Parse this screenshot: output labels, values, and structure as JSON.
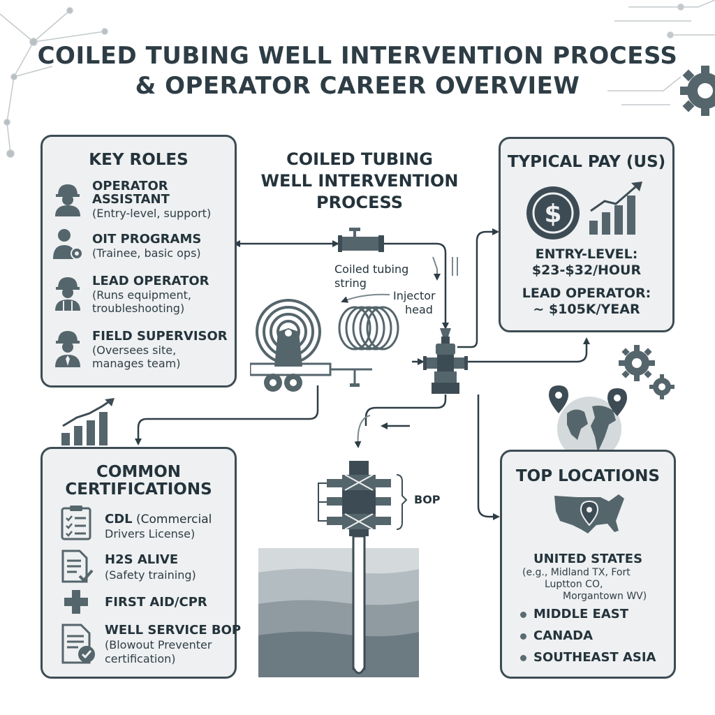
{
  "title": {
    "line1": "COILED TUBING WELL INTERVENTION PROCESS",
    "line2": "& OPERATOR CAREER OVERVIEW"
  },
  "key_roles": {
    "heading": "KEY ROLES",
    "items": [
      {
        "icon": "hardhat-worker-icon",
        "label_lines": [
          "OPERATOR",
          "ASSISTANT"
        ],
        "desc_lines": [
          "(Entry-level, support)"
        ]
      },
      {
        "icon": "person-gear-icon",
        "label_lines": [
          "OIT PROGRAMS"
        ],
        "desc_lines": [
          "(Trainee, basic ops)"
        ]
      },
      {
        "icon": "hardhat-vest-worker-icon",
        "label_lines": [
          "LEAD OPERATOR"
        ],
        "desc_lines": [
          "(Runs equipment,",
          "troubleshooting)"
        ]
      },
      {
        "icon": "hardhat-tie-supervisor-icon",
        "label_lines": [
          "FIELD SUPERVISOR"
        ],
        "desc_lines": [
          "(Oversees site,",
          "manages team)"
        ]
      }
    ]
  },
  "process": {
    "heading_lines": [
      "COILED TUBING",
      "WELL INTERVENTION",
      "PROCESS"
    ],
    "coiled_tubing_lines": [
      "Coiled tubing",
      "string"
    ],
    "injector_lines": [
      "Injector",
      "head"
    ],
    "bop": "BOP"
  },
  "pay": {
    "heading": "TYPICAL PAY (US)",
    "entry_label": "ENTRY-LEVEL:",
    "entry_value": "$23-$32/HOUR",
    "lead_label": "LEAD OPERATOR:",
    "lead_value": "~ $105K/YEAR",
    "icons": [
      "dollar-coin-icon",
      "rising-bar-chart-icon"
    ]
  },
  "certifications": {
    "heading_lines": [
      "COMMON",
      "CERTIFICATIONS"
    ],
    "items": [
      {
        "icon": "clipboard-checklist-icon",
        "label": "CDL",
        "inline_desc": " (Commercial",
        "desc_lines": [
          "Drivers License)"
        ]
      },
      {
        "icon": "checked-document-icon",
        "label": "H2S ALIVE",
        "inline_desc": "",
        "desc_lines": [
          "(Safety training)"
        ]
      },
      {
        "icon": "medical-cross-icon",
        "label": "FIRST AID/CPR",
        "inline_desc": "",
        "desc_lines": []
      },
      {
        "icon": "certificate-document-icon",
        "label": "WELL SERVICE BOP",
        "inline_desc": "",
        "desc_lines": [
          "(Blowout Preventer",
          "certification)"
        ]
      }
    ]
  },
  "locations": {
    "heading": "TOP LOCATIONS",
    "primary": "UNITED STATES",
    "primary_detail_lines": [
      "(e.g., Midland TX, Fort",
      "Luptton CO,",
      "Morgantown WV)"
    ],
    "others": [
      "MIDDLE EAST",
      "CANADA",
      "SOUTHEAST ASIA"
    ]
  },
  "colors": {
    "panel_bg": "#eef0f1",
    "border": "#3d4c54",
    "text": "#24333b",
    "icon_fill": "#55656c"
  }
}
